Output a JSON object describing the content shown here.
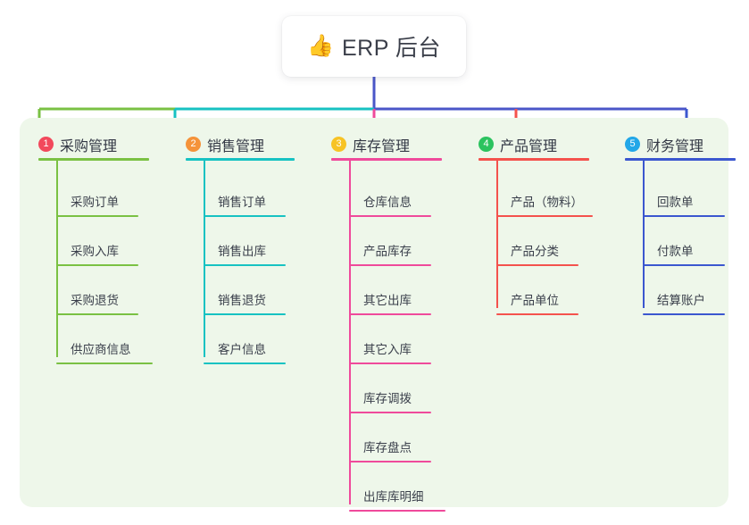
{
  "root": {
    "icon": "thumbs-up-emoji",
    "emoji": "👍",
    "title": "ERP 后台"
  },
  "theme": {
    "panel_background": "#eef7ea",
    "card_background": "#ffffff",
    "text_color": "#333845",
    "stem_color": "#4a56c8"
  },
  "columns": [
    {
      "number": "1",
      "title": "采购管理",
      "badge_color": "#f2495c",
      "line_color": "#7ac143",
      "items": [
        {
          "label": "采购订单"
        },
        {
          "label": "采购入库"
        },
        {
          "label": "采购退货"
        },
        {
          "label": "供应商信息"
        }
      ]
    },
    {
      "number": "2",
      "title": "销售管理",
      "badge_color": "#f5933a",
      "line_color": "#17c2c2",
      "items": [
        {
          "label": "销售订单"
        },
        {
          "label": "销售出库"
        },
        {
          "label": "销售退货"
        },
        {
          "label": "客户信息"
        }
      ]
    },
    {
      "number": "3",
      "title": "库存管理",
      "badge_color": "#f7c325",
      "line_color": "#ef4a9b",
      "items": [
        {
          "label": "仓库信息"
        },
        {
          "label": "产品库存"
        },
        {
          "label": "其它出库"
        },
        {
          "label": "其它入库"
        },
        {
          "label": "库存调拨"
        },
        {
          "label": "库存盘点"
        },
        {
          "label": "出库库明细"
        }
      ]
    },
    {
      "number": "4",
      "title": "产品管理",
      "badge_color": "#2cc35f",
      "line_color": "#f4524d",
      "items": [
        {
          "label": "产品（物料）"
        },
        {
          "label": "产品分类"
        },
        {
          "label": "产品单位"
        }
      ]
    },
    {
      "number": "5",
      "title": "财务管理",
      "badge_color": "#22a7e8",
      "line_color": "#3b57cf",
      "items": [
        {
          "label": "回款单"
        },
        {
          "label": "付款单"
        },
        {
          "label": "结算账户"
        }
      ]
    }
  ]
}
